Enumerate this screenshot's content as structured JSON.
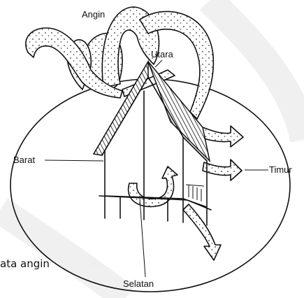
{
  "labels": {
    "angin": "Angin",
    "utara": "Utara",
    "barat": "Barat",
    "timur": "Timur",
    "selatan": "Selatan"
  },
  "caption_fragment": "ata angin"
}
